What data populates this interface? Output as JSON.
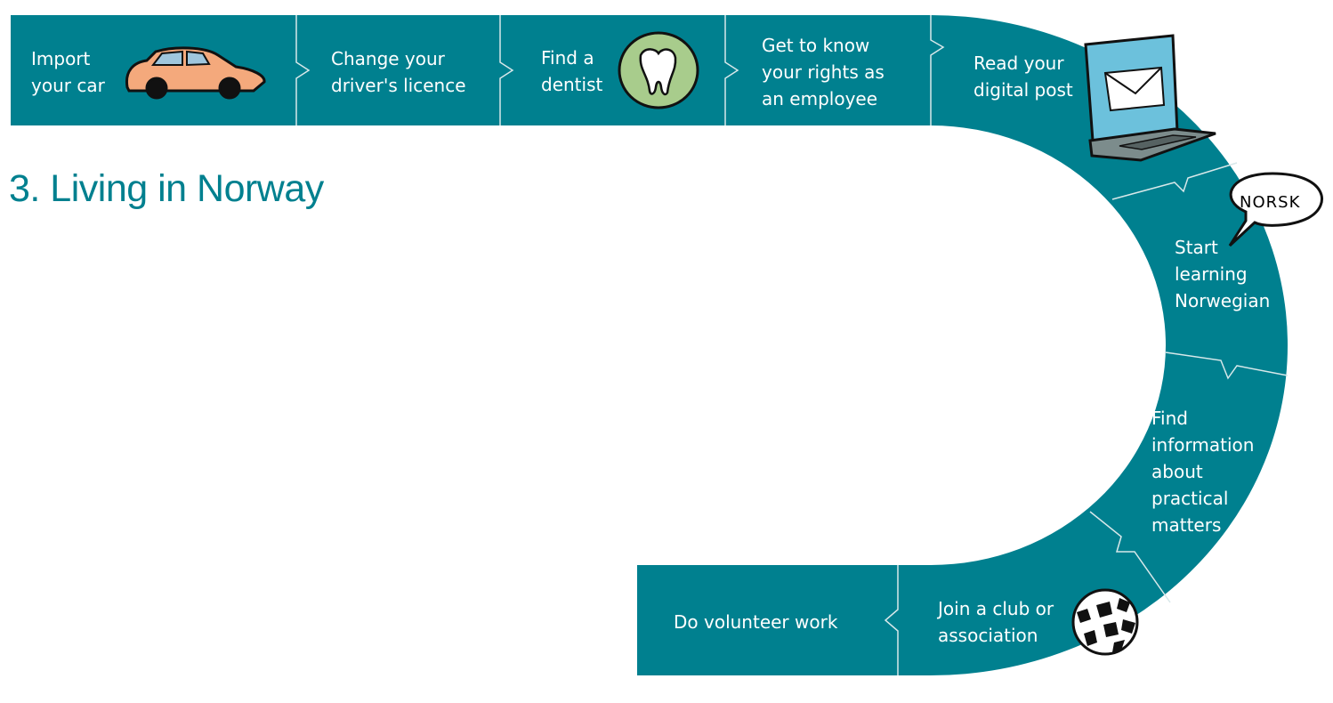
{
  "title": "3. Living in Norway",
  "colors": {
    "band": "#00808f",
    "divider": "#cfe3e6",
    "title": "#00808f"
  },
  "steps": [
    {
      "label": "Import\nyour car",
      "icon": "car-icon"
    },
    {
      "label": "Change your\ndriver's licence"
    },
    {
      "label": "Find a\ndentist",
      "icon": "tooth-icon"
    },
    {
      "label": "Get to know\nyour rights as\nan employee"
    },
    {
      "label": "Read your\ndigital post",
      "icon": "laptop-mail-icon"
    },
    {
      "label": "Start\nlearning\nNorwegian",
      "icon": "speech-bubble-icon"
    },
    {
      "label": " Find\n information\nabout\npractical\nmatters"
    },
    {
      "label": "Join a club or\nassociation",
      "icon": "football-icon"
    },
    {
      "label": "Do volunteer work"
    }
  ],
  "speech_bubble_text": "NORSK"
}
